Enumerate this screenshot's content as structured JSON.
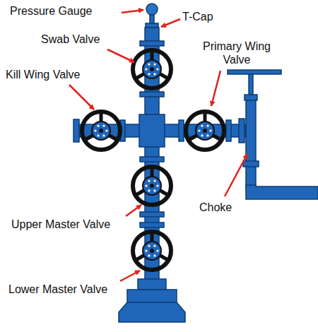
{
  "diagram": {
    "labels": [
      "Pressure Gauge",
      "T-Cap",
      "Swab Valve",
      "Primary Wing Valve",
      "Kill Wing Valve",
      "Choke",
      "Upper Master Valve",
      "Lower Master Valve"
    ]
  }
}
